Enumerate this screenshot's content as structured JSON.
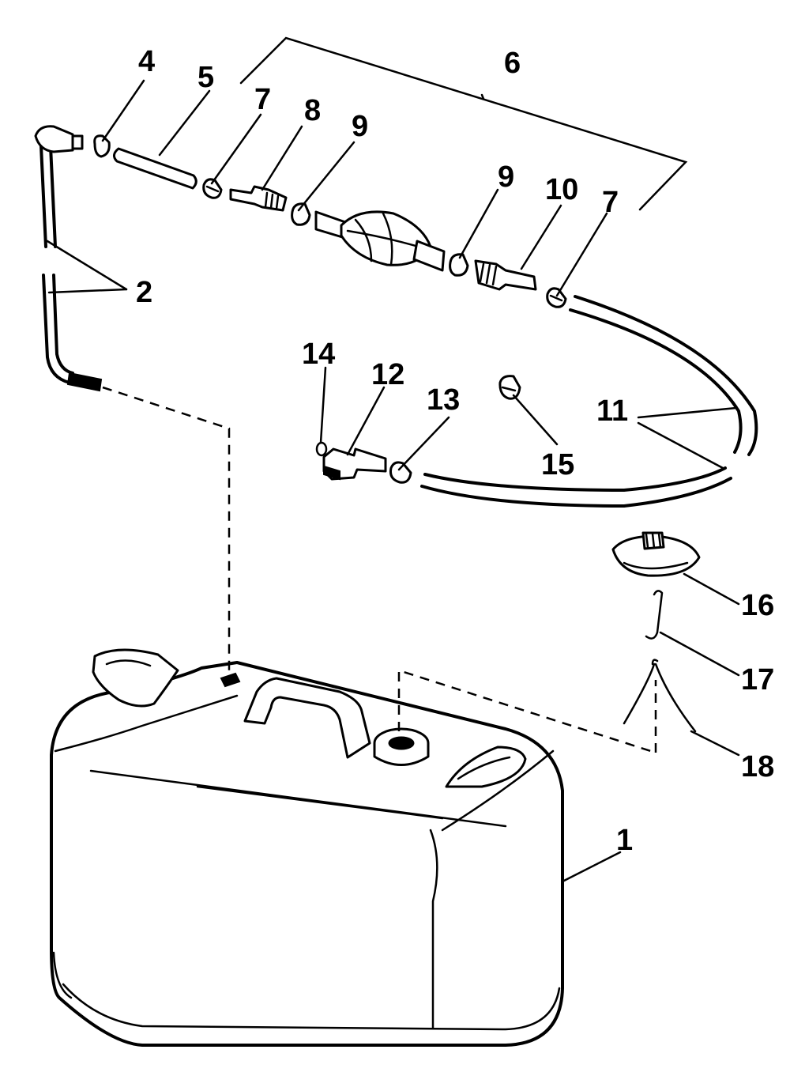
{
  "callouts": [
    {
      "id": "c1",
      "text": "1"
    },
    {
      "id": "c2",
      "text": "2"
    },
    {
      "id": "c4",
      "text": "4"
    },
    {
      "id": "c5",
      "text": "5"
    },
    {
      "id": "c6",
      "text": "6"
    },
    {
      "id": "c7a",
      "text": "7"
    },
    {
      "id": "c7b",
      "text": "7"
    },
    {
      "id": "c8",
      "text": "8"
    },
    {
      "id": "c9a",
      "text": "9"
    },
    {
      "id": "c9b",
      "text": "9"
    },
    {
      "id": "c10",
      "text": "10"
    },
    {
      "id": "c11",
      "text": "11"
    },
    {
      "id": "c12",
      "text": "12"
    },
    {
      "id": "c13",
      "text": "13"
    },
    {
      "id": "c14",
      "text": "14"
    },
    {
      "id": "c15",
      "text": "15"
    },
    {
      "id": "c16",
      "text": "16"
    },
    {
      "id": "c17",
      "text": "17"
    },
    {
      "id": "c18",
      "text": "18"
    }
  ]
}
